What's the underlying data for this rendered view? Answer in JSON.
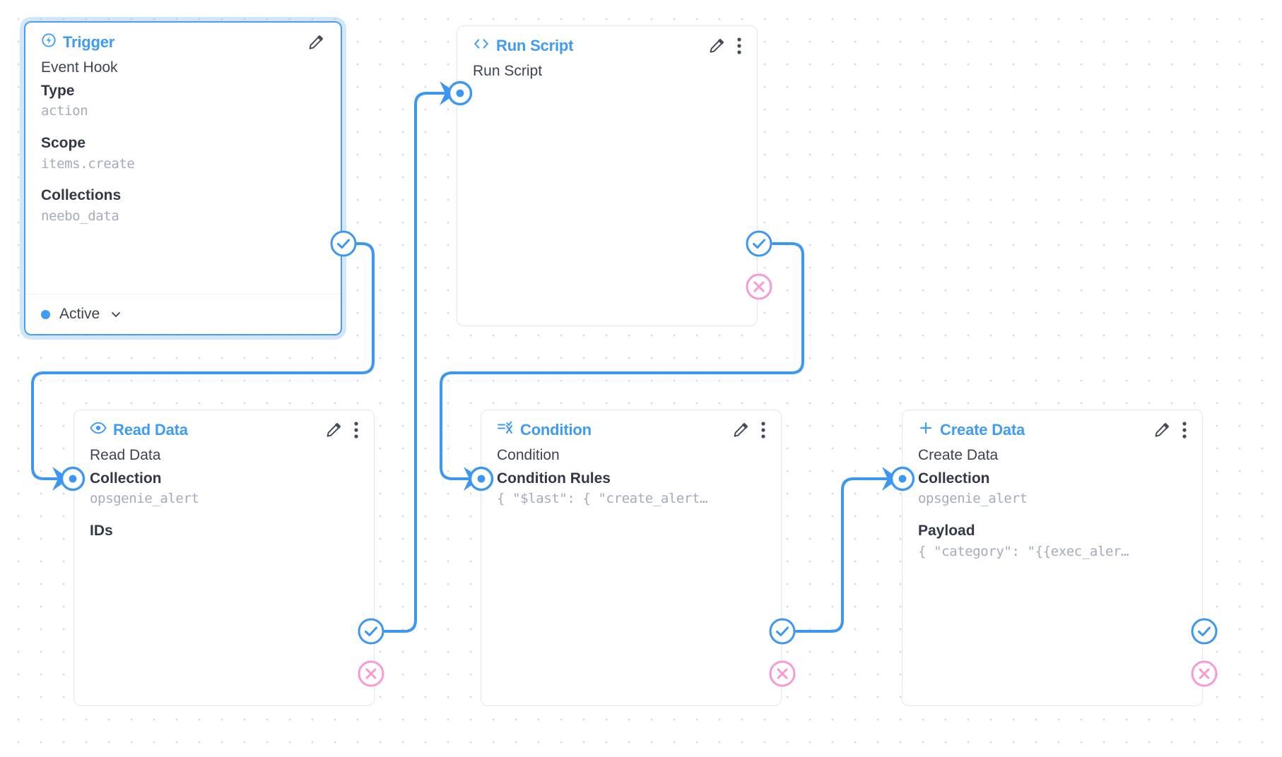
{
  "canvas": {
    "background_color": "#ffffff",
    "dot_color": "#d8dade",
    "accent_blue": "#3f9bf4",
    "edge_blue": "#3b97f3",
    "reject_pink": "#f89ad0",
    "label_color": "#323848",
    "value_color": "#a3abbd"
  },
  "nodes": [
    {
      "id": "trigger",
      "title": "Trigger",
      "icon": "bolt-circle-icon",
      "selected": true,
      "row_name": "Event Hook",
      "fields": [
        {
          "label": "Type",
          "value": "action"
        },
        {
          "label": "Scope",
          "value": "items.create"
        },
        {
          "label": "Collections",
          "value": "neebo_data"
        }
      ],
      "footer": {
        "status": "Active",
        "chevron": "chevron-down-icon"
      },
      "actions": [
        "edit-icon"
      ],
      "handles": {
        "success": true,
        "reject": false,
        "target": false
      }
    },
    {
      "id": "run-script",
      "title": "Run Script",
      "icon": "code-brackets-icon",
      "selected": false,
      "row_name": "Run Script",
      "fields": [],
      "actions": [
        "edit-icon",
        "more-options-icon"
      ],
      "handles": {
        "success": true,
        "reject": true,
        "target": true
      }
    },
    {
      "id": "read-data",
      "title": "Read Data",
      "icon": "eye-icon",
      "selected": false,
      "row_name": "Read Data",
      "fields": [
        {
          "label": "Collection",
          "value": "opsgenie_alert"
        },
        {
          "label": "IDs",
          "value": ""
        }
      ],
      "actions": [
        "edit-icon",
        "more-options-icon"
      ],
      "handles": {
        "success": true,
        "reject": true,
        "target": true
      }
    },
    {
      "id": "condition",
      "title": "Condition",
      "icon": "condition-icon",
      "selected": false,
      "row_name": "Condition",
      "fields": [
        {
          "label": "Condition Rules",
          "value": "{ \"$last\": { \"create_alert…"
        }
      ],
      "actions": [
        "edit-icon",
        "more-options-icon"
      ],
      "handles": {
        "success": true,
        "reject": true,
        "target": true
      }
    },
    {
      "id": "create-data",
      "title": "Create Data",
      "icon": "plus-icon",
      "selected": false,
      "row_name": "Create Data",
      "fields": [
        {
          "label": "Collection",
          "value": "opsgenie_alert"
        },
        {
          "label": "Payload",
          "value": "{ \"category\": \"{{exec_aler…"
        }
      ],
      "actions": [
        "edit-icon",
        "more-options-icon"
      ],
      "handles": {
        "success": true,
        "reject": true,
        "target": true
      }
    }
  ]
}
